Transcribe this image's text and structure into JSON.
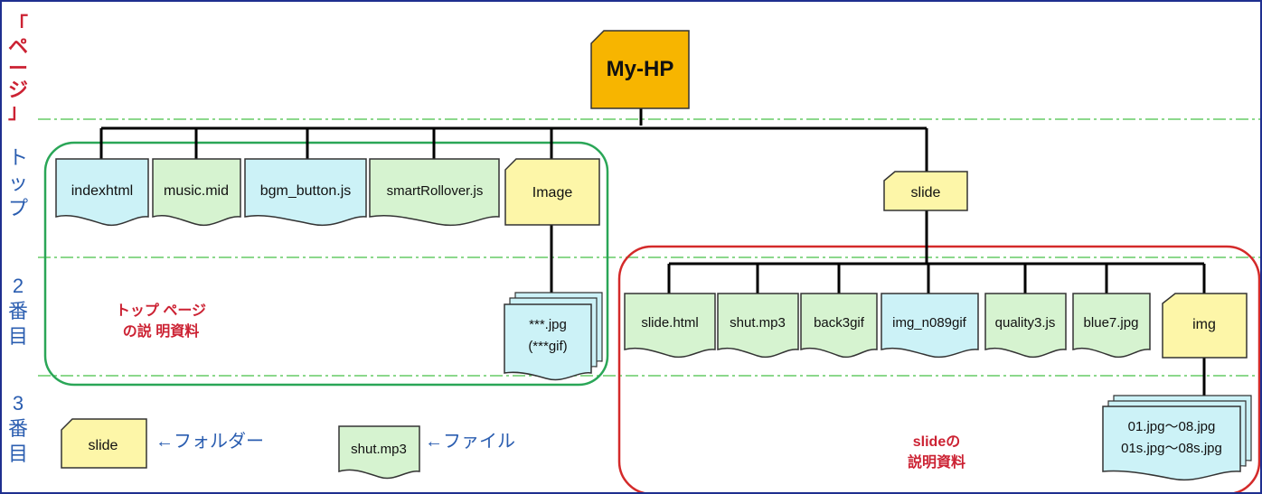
{
  "colors": {
    "accent_red": "#cc2233",
    "label_blue": "#2a5db0",
    "file_blue": "#ccf2f7",
    "file_green": "#d6f3d0",
    "folder_yellow": "#fdf6a8",
    "root_orange": "#f7b500",
    "group_green": "#2aa657",
    "group_red": "#d42a2a"
  },
  "side_labels": {
    "page": [
      "「",
      "ペ",
      "ー",
      "ジ",
      "」"
    ],
    "top": [
      "ト",
      "ッ",
      "プ"
    ],
    "second": [
      "2",
      "番",
      "目"
    ],
    "third": [
      "3",
      "番",
      "目"
    ]
  },
  "root": {
    "label": "My-HP",
    "icon": "folder-icon"
  },
  "top_files": [
    {
      "label": "indexhtml",
      "kind": "file-blue",
      "icon": "file-icon"
    },
    {
      "label": "music.mid",
      "kind": "file-green",
      "icon": "file-icon"
    },
    {
      "label": "bgm_button.js",
      "kind": "file-blue",
      "icon": "file-icon"
    },
    {
      "label": "smartRollover.js",
      "kind": "file-green",
      "icon": "file-icon"
    },
    {
      "label": "Image",
      "kind": "folder",
      "icon": "folder-icon"
    }
  ],
  "image_contents": {
    "line1": "***.jpg",
    "line2": "(***gif)"
  },
  "top_note": {
    "line1": "トップ ページ",
    "line2": "の説 明資料"
  },
  "slide_folder": {
    "label": "slide",
    "icon": "folder-icon"
  },
  "slide_files": [
    {
      "label": "slide.html",
      "kind": "file-green",
      "icon": "file-icon"
    },
    {
      "label": "shut.mp3",
      "kind": "file-green",
      "icon": "file-icon"
    },
    {
      "label": "back3gif",
      "kind": "file-green",
      "icon": "file-icon"
    },
    {
      "label": "img_n089gif",
      "kind": "file-blue",
      "icon": "file-icon"
    },
    {
      "label": "quality3.js",
      "kind": "file-green",
      "icon": "file-icon"
    },
    {
      "label": "blue7.jpg",
      "kind": "file-green",
      "icon": "file-icon"
    },
    {
      "label": "img",
      "kind": "folder",
      "icon": "folder-icon"
    }
  ],
  "img_contents": {
    "line1": "01.jpg～08.jpg",
    "line2": "01s.jpg～08s.jpg"
  },
  "slide_note": {
    "line1": "slideの",
    "line2": "説明資料"
  },
  "legend": {
    "folder_sample": "slide",
    "folder_caption": "←フォルダー",
    "file_sample": "shut.mp3",
    "file_caption": "←ファイル"
  }
}
